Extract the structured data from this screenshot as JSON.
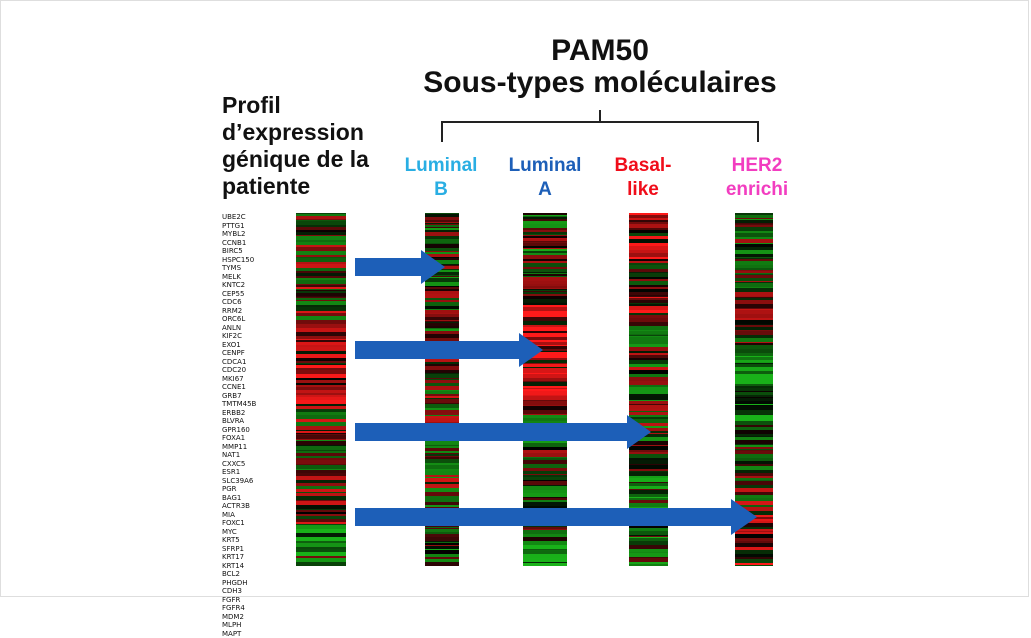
{
  "title": {
    "line1": "PAM50",
    "line2": "Sous-types moléculaires"
  },
  "patient": {
    "title_lines": [
      "Profil",
      "d’expression",
      "génique de la",
      "patiente"
    ]
  },
  "subtypes": [
    {
      "lines": [
        "Luminal",
        "B"
      ],
      "color": "#29aee3"
    },
    {
      "lines": [
        "Luminal",
        "A"
      ],
      "color": "#1d5fb8"
    },
    {
      "lines": [
        "Basal-",
        "like"
      ],
      "color": "#f00d1a"
    },
    {
      "lines": [
        "HER2",
        "enrichi"
      ],
      "color": "#f23dc0"
    }
  ],
  "genes": [
    "UBE2C",
    "PTTG1",
    "MYBL2",
    "CCNB1",
    "BIRC5",
    "HSPC150",
    "TYMS",
    "MELK",
    "KNTC2",
    "CEP55",
    "CDC6",
    "RRM2",
    "ORC6L",
    "ANLN",
    "KIF2C",
    "EXO1",
    "CENPF",
    "CDCA1",
    "CDC20",
    "MKI67",
    "CCNE1",
    "GRB7",
    "TMTM45B",
    "ERBB2",
    "BLVRA",
    "GPR160",
    "FOXA1",
    "MMP11",
    "NAT1",
    "CXXC5",
    "ESR1",
    "SLC39A6",
    "PGR",
    "BAG1",
    "ACTR3B",
    "MIA",
    "FOXC1",
    "MYC",
    "KRT5",
    "SFRP1",
    "KRT17",
    "KRT14",
    "BCL2",
    "PHGDH",
    "CDH3",
    "FGFR",
    "FGFR4",
    "MDM2",
    "MLPH",
    "MAPT"
  ],
  "colors": {
    "arrow": "#1d5fb8",
    "heat_high": "#ff1a1a",
    "heat_low": "#19b219",
    "heat_mid": "#000000"
  }
}
